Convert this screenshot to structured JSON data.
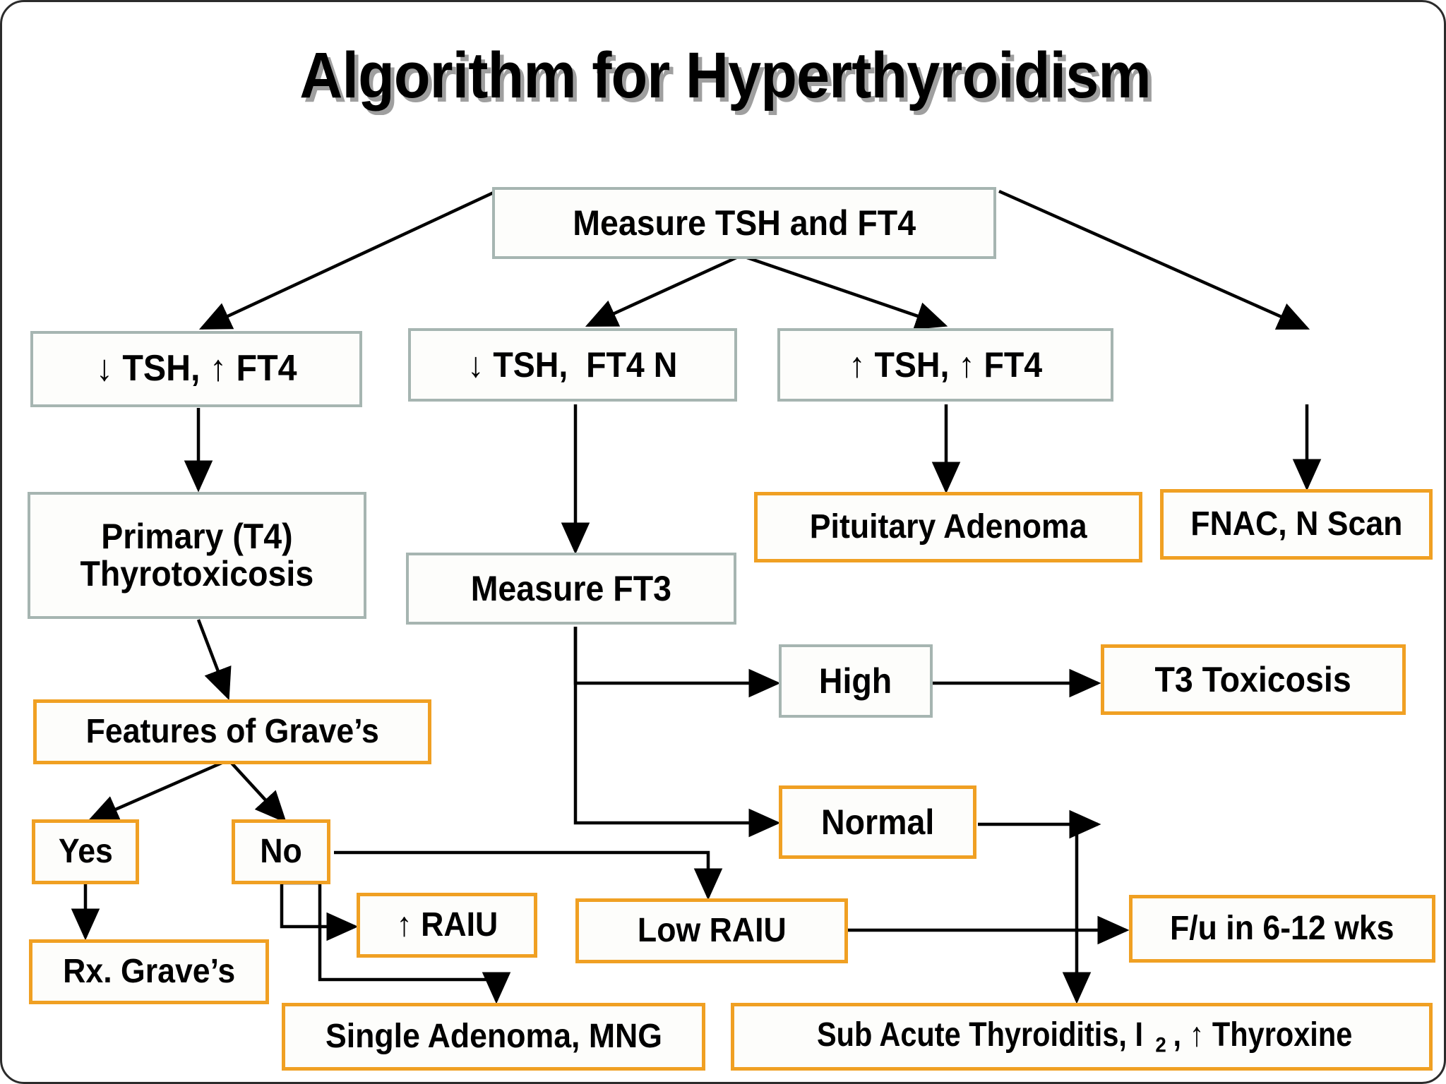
{
  "slide": {
    "title": "Algorithm for Hyperthyroidism",
    "border_color": "#2b2b2b",
    "background": "#ffffff"
  },
  "colors": {
    "gray_border": "#a6b5b1",
    "orange_border": "#f0a023",
    "arrow": "#000000",
    "text": "#000000"
  },
  "nodes": {
    "measure_tsh_ft4": "Measure TSH and FT4",
    "low_tsh_high_ft4": "↓ TSH, ↑ FT4",
    "low_tsh_normal_ft4": "↓ TSH,  FT4 N",
    "high_tsh_high_ft4": "↑ TSH, ↑ FT4",
    "primary_thyrotoxicosis_line1": "Primary (T4)",
    "primary_thyrotoxicosis_line2": "Thyrotoxicosis",
    "measure_ft3": "Measure FT3",
    "pituitary_adenoma": "Pituitary Adenoma",
    "fnac_n_scan": "FNAC, N Scan",
    "features_of_graves": "Features of Grave’s",
    "high": "High",
    "t3_toxicosis": "T3 Toxicosis",
    "normal": "Normal",
    "yes": "Yes",
    "no": "No",
    "high_raiu": "↑ RAIU",
    "low_raiu": "Low RAIU",
    "fu_in_6_12_wks": "F/u in 6-12 wks",
    "rx_graves": "Rx. Grave’s",
    "single_adenoma_mng": "Single Adenoma, MNG",
    "sub_acute_thyroiditis_pre": "Sub Acute Thyroiditis, I",
    "sub_acute_thyroiditis_sub": "2",
    "sub_acute_thyroiditis_post": ", ↑ Thyroxine"
  },
  "chart_data": {
    "type": "diagram",
    "title": "Algorithm for Hyperthyroidism",
    "flow": [
      {
        "from": "Measure TSH and FT4",
        "to": "↓ TSH, ↑ FT4"
      },
      {
        "from": "Measure TSH and FT4",
        "to": "↓ TSH,  FT4 N"
      },
      {
        "from": "Measure TSH and FT4",
        "to": "↑ TSH, ↑ FT4"
      },
      {
        "from": "Measure TSH and FT4",
        "to": "FNAC, N Scan"
      },
      {
        "from": "↓ TSH, ↑ FT4",
        "to": "Primary (T4) Thyrotoxicosis"
      },
      {
        "from": "↓ TSH,  FT4 N",
        "to": "Measure FT3"
      },
      {
        "from": "↑ TSH, ↑ FT4",
        "to": "Pituitary Adenoma"
      },
      {
        "from": "Primary (T4) Thyrotoxicosis",
        "to": "Features of Grave’s"
      },
      {
        "from": "Measure FT3",
        "to": "High"
      },
      {
        "from": "Measure FT3",
        "to": "Normal"
      },
      {
        "from": "High",
        "to": "T3 Toxicosis"
      },
      {
        "from": "Features of Grave’s",
        "to": "Yes"
      },
      {
        "from": "Features of Grave’s",
        "to": "No"
      },
      {
        "from": "Yes",
        "to": "Rx. Grave’s"
      },
      {
        "from": "No",
        "to": "↑ RAIU"
      },
      {
        "from": "No",
        "to": "Single Adenoma, MNG"
      },
      {
        "from": "No",
        "to": "Low RAIU"
      },
      {
        "from": "Normal",
        "to": "F/u in 6-12 wks"
      },
      {
        "from": "Low RAIU",
        "to": "F/u in 6-12 wks"
      },
      {
        "from": "Low RAIU",
        "to": "Sub Acute Thyroiditis, I2, ↑ Thyroxine"
      }
    ]
  }
}
